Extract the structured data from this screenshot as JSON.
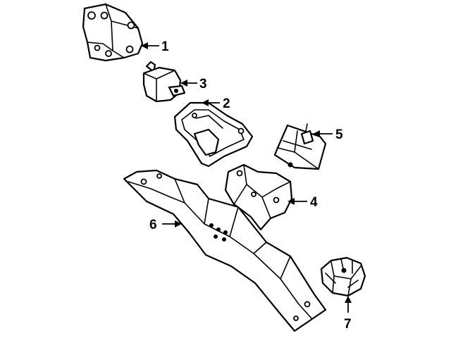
{
  "diagram": {
    "callouts": [
      {
        "id": "part-1",
        "label": "1"
      },
      {
        "id": "part-2",
        "label": "2"
      },
      {
        "id": "part-3",
        "label": "3"
      },
      {
        "id": "part-4",
        "label": "4"
      },
      {
        "id": "part-5",
        "label": "5"
      },
      {
        "id": "part-6",
        "label": "6"
      },
      {
        "id": "part-7",
        "label": "7"
      }
    ]
  },
  "colors": {
    "line": "#000000",
    "background": "#ffffff"
  }
}
